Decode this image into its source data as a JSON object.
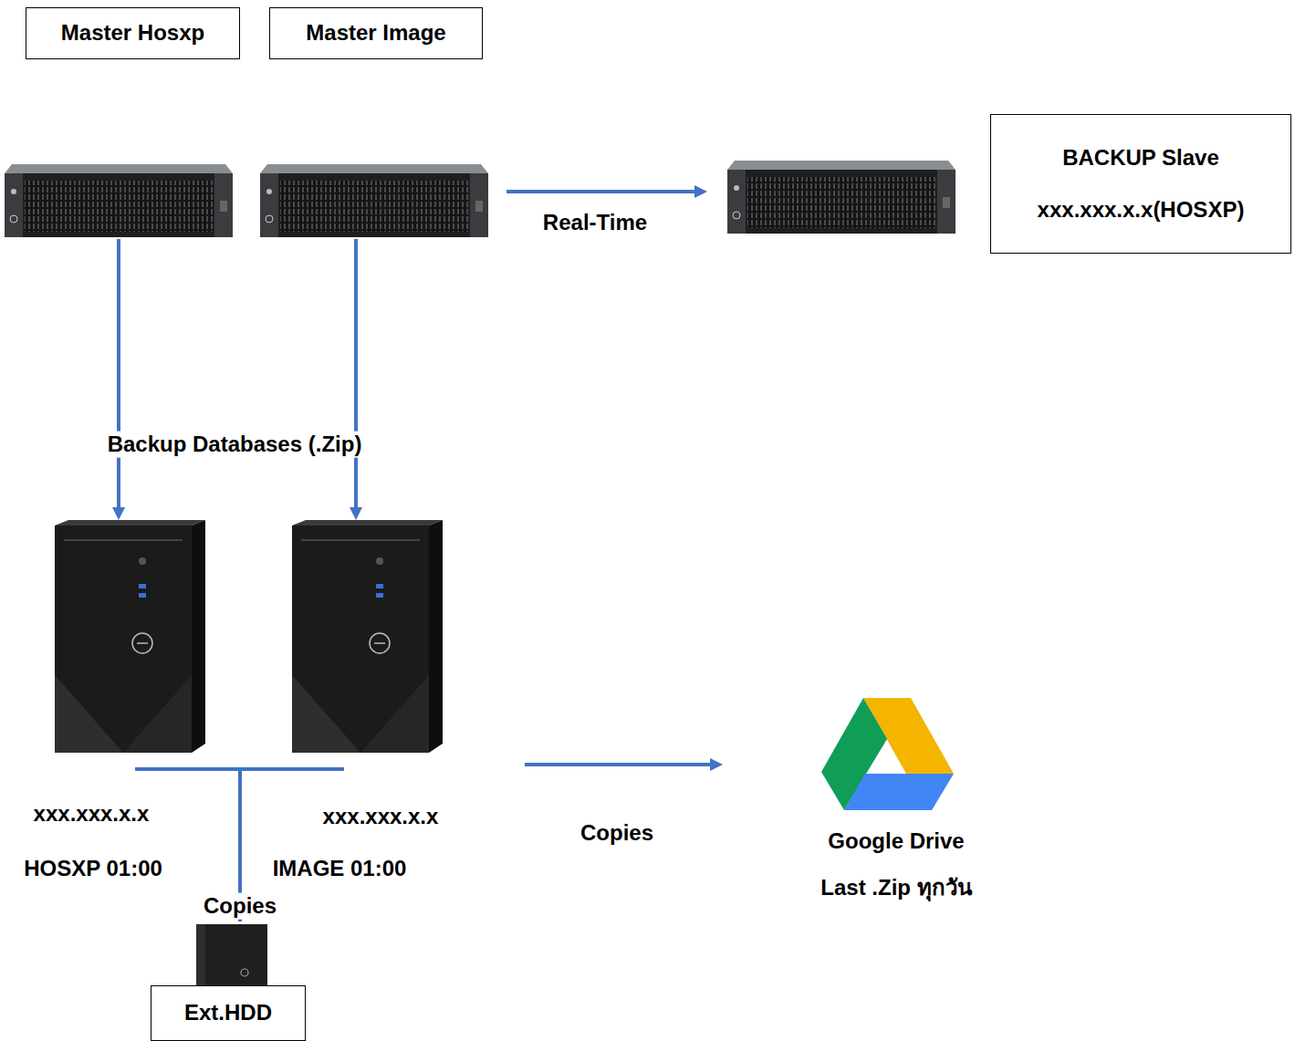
{
  "diagram": {
    "nodes": [
      {
        "text": [
          "Master Hosxp"
        ]
      },
      {
        "text": [
          "Master Image"
        ]
      },
      {
        "text": [
          "BACKUP Slave",
          "xxx.xxx.x.x(HOSXP)"
        ]
      },
      {
        "text": [
          "xxx.xxx.x.x",
          "HOSXP 01:00"
        ]
      },
      {
        "text": [
          "xxx.xxx.x.x",
          "IMAGE 01:00"
        ]
      },
      {
        "text": [
          "Google Drive",
          "Last .Zip ทุกวัน"
        ]
      },
      {
        "text": [
          "Ext.HDD"
        ]
      }
    ],
    "edges": [
      {
        "from": 0,
        "to": 3,
        "arrow": "to",
        "label": "Backup Databases (.Zip)"
      },
      {
        "from": 1,
        "to": 4,
        "arrow": "to"
      },
      {
        "from": 1,
        "to": 2,
        "arrow": "to",
        "label": "Real-Time"
      },
      {
        "from": 3,
        "to": 6,
        "arrow": "none",
        "label": "Copies"
      },
      {
        "from": 4,
        "to": 6,
        "arrow": "none"
      },
      {
        "from": 4,
        "to": 5,
        "arrow": "to",
        "label": "Copies"
      }
    ]
  }
}
